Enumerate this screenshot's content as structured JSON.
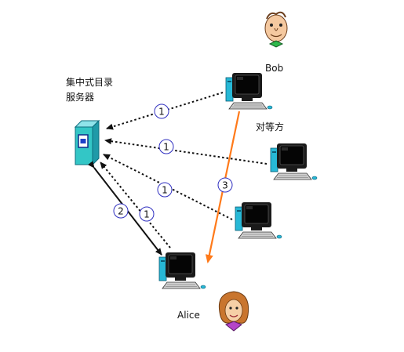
{
  "labels": {
    "server": "集中式目录服务器",
    "bob": "Bob",
    "peers": "对等方",
    "alice": "Alice"
  },
  "steps": {
    "query": "1",
    "lookup": "2",
    "transfer": "3"
  },
  "colors": {
    "server_body": "#33c6c6",
    "arrow_dotted": "#111111",
    "arrow_transfer": "#ff7a1a",
    "monitor": "#1a1a1a",
    "screen": "#0a0a0a",
    "case": "#27b8d6",
    "step_circle_stroke": "#3030c0"
  },
  "icons": [
    "server-icon",
    "computer-icon",
    "person-bob-icon",
    "person-alice-icon"
  ]
}
